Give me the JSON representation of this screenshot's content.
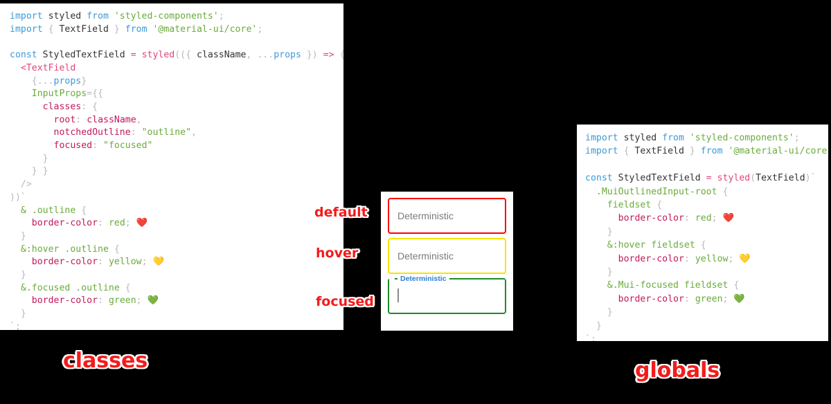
{
  "background_color": "#000000",
  "panels": {
    "classes": {
      "title": "classes",
      "code_lines": [
        [
          {
            "t": "import ",
            "c": "kw"
          },
          {
            "t": "styled ",
            "c": "plain"
          },
          {
            "t": "from ",
            "c": "kw"
          },
          {
            "t": "'styled-components'",
            "c": "str"
          },
          {
            "t": ";",
            "c": "punct"
          }
        ],
        [
          {
            "t": "import ",
            "c": "kw"
          },
          {
            "t": "{ ",
            "c": "punct"
          },
          {
            "t": "TextField",
            "c": "plain"
          },
          {
            "t": " } ",
            "c": "punct"
          },
          {
            "t": "from ",
            "c": "kw"
          },
          {
            "t": "'@material-ui/core'",
            "c": "str"
          },
          {
            "t": ";",
            "c": "punct"
          }
        ],
        [],
        [
          {
            "t": "const ",
            "c": "kw"
          },
          {
            "t": "StyledTextField ",
            "c": "plain"
          },
          {
            "t": "= ",
            "c": "fn"
          },
          {
            "t": "styled",
            "c": "fn"
          },
          {
            "t": "((",
            "c": "punct"
          },
          {
            "t": "{ ",
            "c": "punct"
          },
          {
            "t": "className",
            "c": "plain"
          },
          {
            "t": ", ",
            "c": "punct"
          },
          {
            "t": "...",
            "c": "punct"
          },
          {
            "t": "props",
            "c": "blue"
          },
          {
            "t": " }) ",
            "c": "punct"
          },
          {
            "t": "=> ",
            "c": "fn"
          },
          {
            "t": "(",
            "c": "punct"
          }
        ],
        [
          {
            "t": "  ",
            "c": "plain"
          },
          {
            "t": "<TextField",
            "c": "fn"
          }
        ],
        [
          {
            "t": "    ",
            "c": "plain"
          },
          {
            "t": "{",
            "c": "punct"
          },
          {
            "t": "...",
            "c": "punct"
          },
          {
            "t": "props",
            "c": "blue"
          },
          {
            "t": "}",
            "c": "punct"
          }
        ],
        [
          {
            "t": "    ",
            "c": "plain"
          },
          {
            "t": "InputProps",
            "c": "green"
          },
          {
            "t": "=",
            "c": "punct"
          },
          {
            "t": "{{",
            "c": "punct"
          }
        ],
        [
          {
            "t": "      ",
            "c": "plain"
          },
          {
            "t": "classes",
            "c": "prop"
          },
          {
            "t": ": ",
            "c": "punct"
          },
          {
            "t": "{",
            "c": "punct"
          }
        ],
        [
          {
            "t": "        ",
            "c": "plain"
          },
          {
            "t": "root",
            "c": "prop"
          },
          {
            "t": ": ",
            "c": "punct"
          },
          {
            "t": "className",
            "c": "prop"
          },
          {
            "t": ",",
            "c": "punct"
          }
        ],
        [
          {
            "t": "        ",
            "c": "plain"
          },
          {
            "t": "notchedOutline",
            "c": "prop"
          },
          {
            "t": ": ",
            "c": "punct"
          },
          {
            "t": "\"outline\"",
            "c": "str"
          },
          {
            "t": ",",
            "c": "punct"
          }
        ],
        [
          {
            "t": "        ",
            "c": "plain"
          },
          {
            "t": "focused",
            "c": "prop"
          },
          {
            "t": ": ",
            "c": "punct"
          },
          {
            "t": "\"focused\"",
            "c": "str"
          }
        ],
        [
          {
            "t": "      }",
            "c": "punct"
          }
        ],
        [
          {
            "t": "    } }",
            "c": "punct"
          }
        ],
        [
          {
            "t": "  />",
            "c": "punct"
          }
        ],
        [
          {
            "t": "))`",
            "c": "punct"
          }
        ],
        [
          {
            "t": "  & .outline ",
            "c": "green"
          },
          {
            "t": "{",
            "c": "punct"
          }
        ],
        [
          {
            "t": "    ",
            "c": "plain"
          },
          {
            "t": "border-color",
            "c": "prop"
          },
          {
            "t": ": ",
            "c": "punct"
          },
          {
            "t": "red",
            "c": "green"
          },
          {
            "t": "; ",
            "c": "punct"
          },
          {
            "t": "❤️",
            "c": "emoji"
          }
        ],
        [
          {
            "t": "  }",
            "c": "punct"
          }
        ],
        [
          {
            "t": "  &:hover .outline ",
            "c": "green"
          },
          {
            "t": "{",
            "c": "punct"
          }
        ],
        [
          {
            "t": "    ",
            "c": "plain"
          },
          {
            "t": "border-color",
            "c": "prop"
          },
          {
            "t": ": ",
            "c": "punct"
          },
          {
            "t": "yellow",
            "c": "green"
          },
          {
            "t": "; ",
            "c": "punct"
          },
          {
            "t": "💛",
            "c": "emoji"
          }
        ],
        [
          {
            "t": "  }",
            "c": "punct"
          }
        ],
        [
          {
            "t": "  &.focused .outline ",
            "c": "green"
          },
          {
            "t": "{",
            "c": "punct"
          }
        ],
        [
          {
            "t": "    ",
            "c": "plain"
          },
          {
            "t": "border-color",
            "c": "prop"
          },
          {
            "t": ": ",
            "c": "punct"
          },
          {
            "t": "green",
            "c": "green"
          },
          {
            "t": "; ",
            "c": "punct"
          },
          {
            "t": "💚",
            "c": "emoji"
          }
        ],
        [
          {
            "t": "  }",
            "c": "punct"
          }
        ],
        [
          {
            "t": "`;",
            "c": "punct"
          }
        ]
      ]
    },
    "globals": {
      "title": "globals",
      "code_lines": [
        [
          {
            "t": "import ",
            "c": "kw"
          },
          {
            "t": "styled ",
            "c": "plain"
          },
          {
            "t": "from ",
            "c": "kw"
          },
          {
            "t": "'styled-components'",
            "c": "str"
          },
          {
            "t": ";",
            "c": "punct"
          }
        ],
        [
          {
            "t": "import ",
            "c": "kw"
          },
          {
            "t": "{ ",
            "c": "punct"
          },
          {
            "t": "TextField",
            "c": "plain"
          },
          {
            "t": " } ",
            "c": "punct"
          },
          {
            "t": "from ",
            "c": "kw"
          },
          {
            "t": "'@material-ui/core'",
            "c": "str"
          },
          {
            "t": ";",
            "c": "punct"
          }
        ],
        [],
        [
          {
            "t": "const ",
            "c": "kw"
          },
          {
            "t": "StyledTextField ",
            "c": "plain"
          },
          {
            "t": "= ",
            "c": "fn"
          },
          {
            "t": "styled",
            "c": "fn"
          },
          {
            "t": "(",
            "c": "punct"
          },
          {
            "t": "TextField",
            "c": "plain"
          },
          {
            "t": ")`",
            "c": "punct"
          }
        ],
        [
          {
            "t": "  .MuiOutlinedInput-root ",
            "c": "green"
          },
          {
            "t": "{",
            "c": "punct"
          }
        ],
        [
          {
            "t": "    fieldset ",
            "c": "green"
          },
          {
            "t": "{",
            "c": "punct"
          }
        ],
        [
          {
            "t": "      ",
            "c": "plain"
          },
          {
            "t": "border-color",
            "c": "prop"
          },
          {
            "t": ": ",
            "c": "punct"
          },
          {
            "t": "red",
            "c": "green"
          },
          {
            "t": "; ",
            "c": "punct"
          },
          {
            "t": "❤️",
            "c": "emoji"
          }
        ],
        [
          {
            "t": "    }",
            "c": "punct"
          }
        ],
        [
          {
            "t": "    &:hover fieldset ",
            "c": "green"
          },
          {
            "t": "{",
            "c": "punct"
          }
        ],
        [
          {
            "t": "      ",
            "c": "plain"
          },
          {
            "t": "border-color",
            "c": "prop"
          },
          {
            "t": ": ",
            "c": "punct"
          },
          {
            "t": "yellow",
            "c": "green"
          },
          {
            "t": "; ",
            "c": "punct"
          },
          {
            "t": "💛",
            "c": "emoji"
          }
        ],
        [
          {
            "t": "    }",
            "c": "punct"
          }
        ],
        [
          {
            "t": "    &.Mui-focused fieldset ",
            "c": "green"
          },
          {
            "t": "{",
            "c": "punct"
          }
        ],
        [
          {
            "t": "      ",
            "c": "plain"
          },
          {
            "t": "border-color",
            "c": "prop"
          },
          {
            "t": ": ",
            "c": "punct"
          },
          {
            "t": "green",
            "c": "green"
          },
          {
            "t": "; ",
            "c": "punct"
          },
          {
            "t": "💚",
            "c": "emoji"
          }
        ],
        [
          {
            "t": "    }",
            "c": "punct"
          }
        ],
        [
          {
            "t": "  }",
            "c": "punct"
          }
        ],
        [
          {
            "t": "`;",
            "c": "punct"
          }
        ]
      ]
    }
  },
  "demo": {
    "fields": [
      {
        "state": "default",
        "annotation": "default",
        "placeholder": "Deterministic",
        "value": "",
        "label": "",
        "border_color": "#ff0000",
        "has_caret": false,
        "has_notch": false
      },
      {
        "state": "hover",
        "annotation": "hover",
        "placeholder": "Deterministic",
        "value": "",
        "label": "",
        "border_color": "#f5e400",
        "has_caret": false,
        "has_notch": false
      },
      {
        "state": "focused",
        "annotation": "focused",
        "placeholder": "",
        "value": "",
        "label": "Deterministic",
        "border_color": "#1d8a28",
        "label_color": "#2a7fd4",
        "has_caret": true,
        "has_notch": true
      }
    ]
  },
  "colors": {
    "keyword": "#3a9ad9",
    "string": "#6aab3b",
    "function": "#e0457b",
    "property": "#c2185b",
    "punctuation": "#b9b9b9",
    "plain": "#333333",
    "annotation_red": "#f41b1b",
    "annotation_outline": "#ffffff"
  }
}
